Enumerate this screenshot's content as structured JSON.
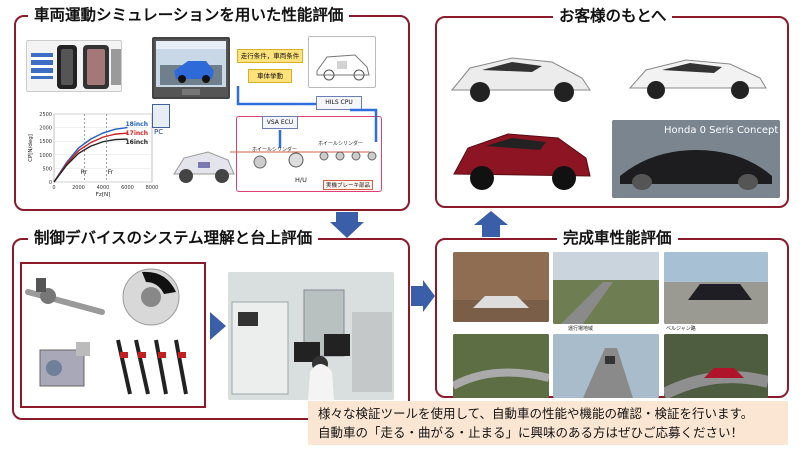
{
  "sim_panel": {
    "title": "車両運動シミュレーションを用いた性能評価",
    "chart": {
      "xlabel": "Fz[N]",
      "ylabel": "CP[N/deg]",
      "xticks": [
        "0",
        "2000",
        "4000",
        "6000",
        "8000"
      ],
      "yticks": [
        "0",
        "500",
        "1000",
        "1500",
        "2000",
        "2500"
      ],
      "annot_rr": "Rr",
      "annot_fr": "Fr"
    },
    "chart_data": {
      "type": "line",
      "xlabel": "Fz[N]",
      "ylabel": "CP[N/deg]",
      "xlim": [
        0,
        8000
      ],
      "ylim": [
        0,
        2500
      ],
      "x": [
        0,
        1000,
        2000,
        3000,
        4000,
        5000,
        6000
      ],
      "series": [
        {
          "name": "18inch",
          "color": "#2060c0",
          "values": [
            0,
            700,
            1250,
            1580,
            1800,
            1940,
            2000
          ]
        },
        {
          "name": "17inch",
          "color": "#d02020",
          "values": [
            0,
            650,
            1150,
            1450,
            1650,
            1760,
            1800
          ]
        },
        {
          "name": "16inch",
          "color": "#222222",
          "values": [
            0,
            600,
            1050,
            1320,
            1480,
            1560,
            1580
          ]
        }
      ]
    },
    "monitor_label": "PC",
    "notes": [
      "走行条件，車両条件",
      "車体挙動"
    ],
    "hils_cpu": "HILS CPU",
    "vsa_ecu": "VSA ECU",
    "wheel_cyl": "ホイールシリンダー",
    "wheel_cyl2": "ホイールシリンダー",
    "hu": "H/U",
    "real_parts": "実機ブレーキ部品"
  },
  "device_panel": {
    "title": "制御デバイスのシステム理解と台上評価"
  },
  "customer_panel": {
    "title": "お客様のもとへ",
    "concept_label": "Honda 0 Seris Concept"
  },
  "complete_panel": {
    "title": "完成車性能評価",
    "captions": [
      "運行場地域",
      "ベルジャン路"
    ]
  },
  "note": {
    "line1": "様々な検証ツールを使用して、自動車の性能や機能の確認・検証を行います。",
    "line2": "自動車の「走る・曲がる・止まる」に興味のある方はぜひご応募ください！"
  },
  "colors": {
    "frame": "#8b1a2b",
    "arrow": "#3a5fa8",
    "note_bg": "#fbe6d4"
  }
}
